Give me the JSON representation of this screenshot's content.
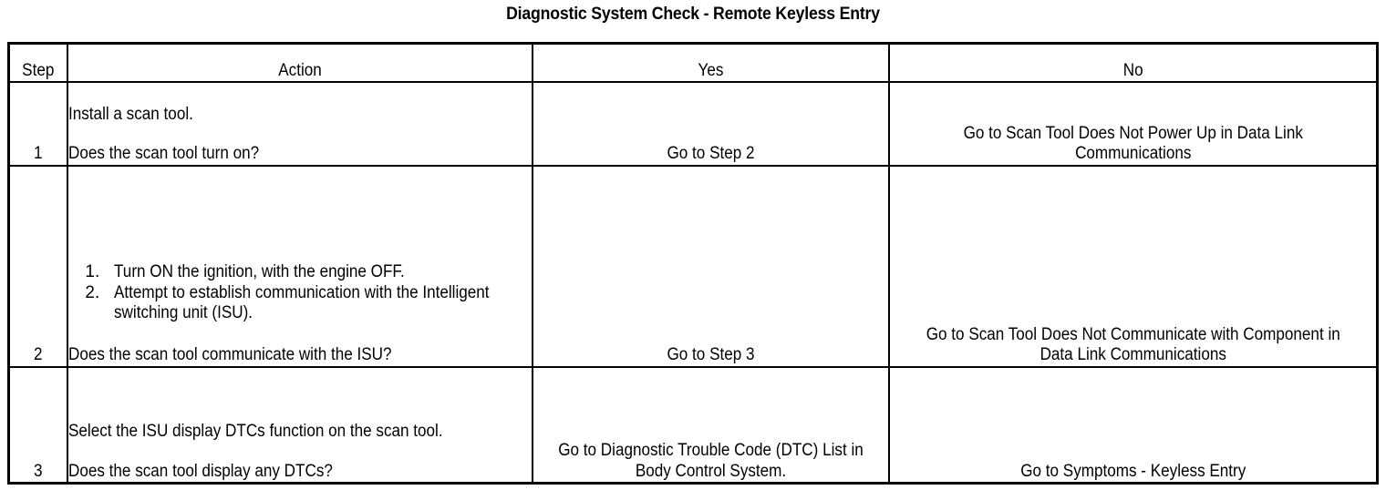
{
  "page": {
    "title": "Diagnostic System Check - Remote Keyless Entry"
  },
  "table": {
    "columns": [
      {
        "key": "step",
        "label": "Step"
      },
      {
        "key": "action",
        "label": "Action"
      },
      {
        "key": "yes",
        "label": "Yes"
      },
      {
        "key": "no",
        "label": "No"
      }
    ],
    "rows": [
      {
        "step": "1",
        "action_paragraphs": [
          "Install a scan tool.",
          "Does the scan tool turn on?"
        ],
        "action_list": [],
        "yes": "Go to Step 2",
        "no": "Go to Scan Tool Does Not Power Up in Data Link Communications"
      },
      {
        "step": "2",
        "action_paragraphs": [
          "Does the scan tool communicate with the ISU?"
        ],
        "action_list": [
          "Turn ON the ignition, with the engine OFF.",
          "Attempt to establish communication with the Intelligent switching unit (ISU)."
        ],
        "yes": "Go to Step 3",
        "no": "Go to Scan Tool Does Not Communicate with Component in Data Link Communications"
      },
      {
        "step": "3",
        "action_paragraphs": [
          "Select the ISU display DTCs function on the scan tool.",
          "Does the scan tool display any DTCs?"
        ],
        "action_list": [],
        "yes": "Go to Diagnostic Trouble Code (DTC) List in Body Control System.",
        "no": "Go to Symptoms - Keyless Entry"
      }
    ]
  },
  "colors": {
    "border": "#000000",
    "text": "#000000",
    "background": "#ffffff"
  }
}
